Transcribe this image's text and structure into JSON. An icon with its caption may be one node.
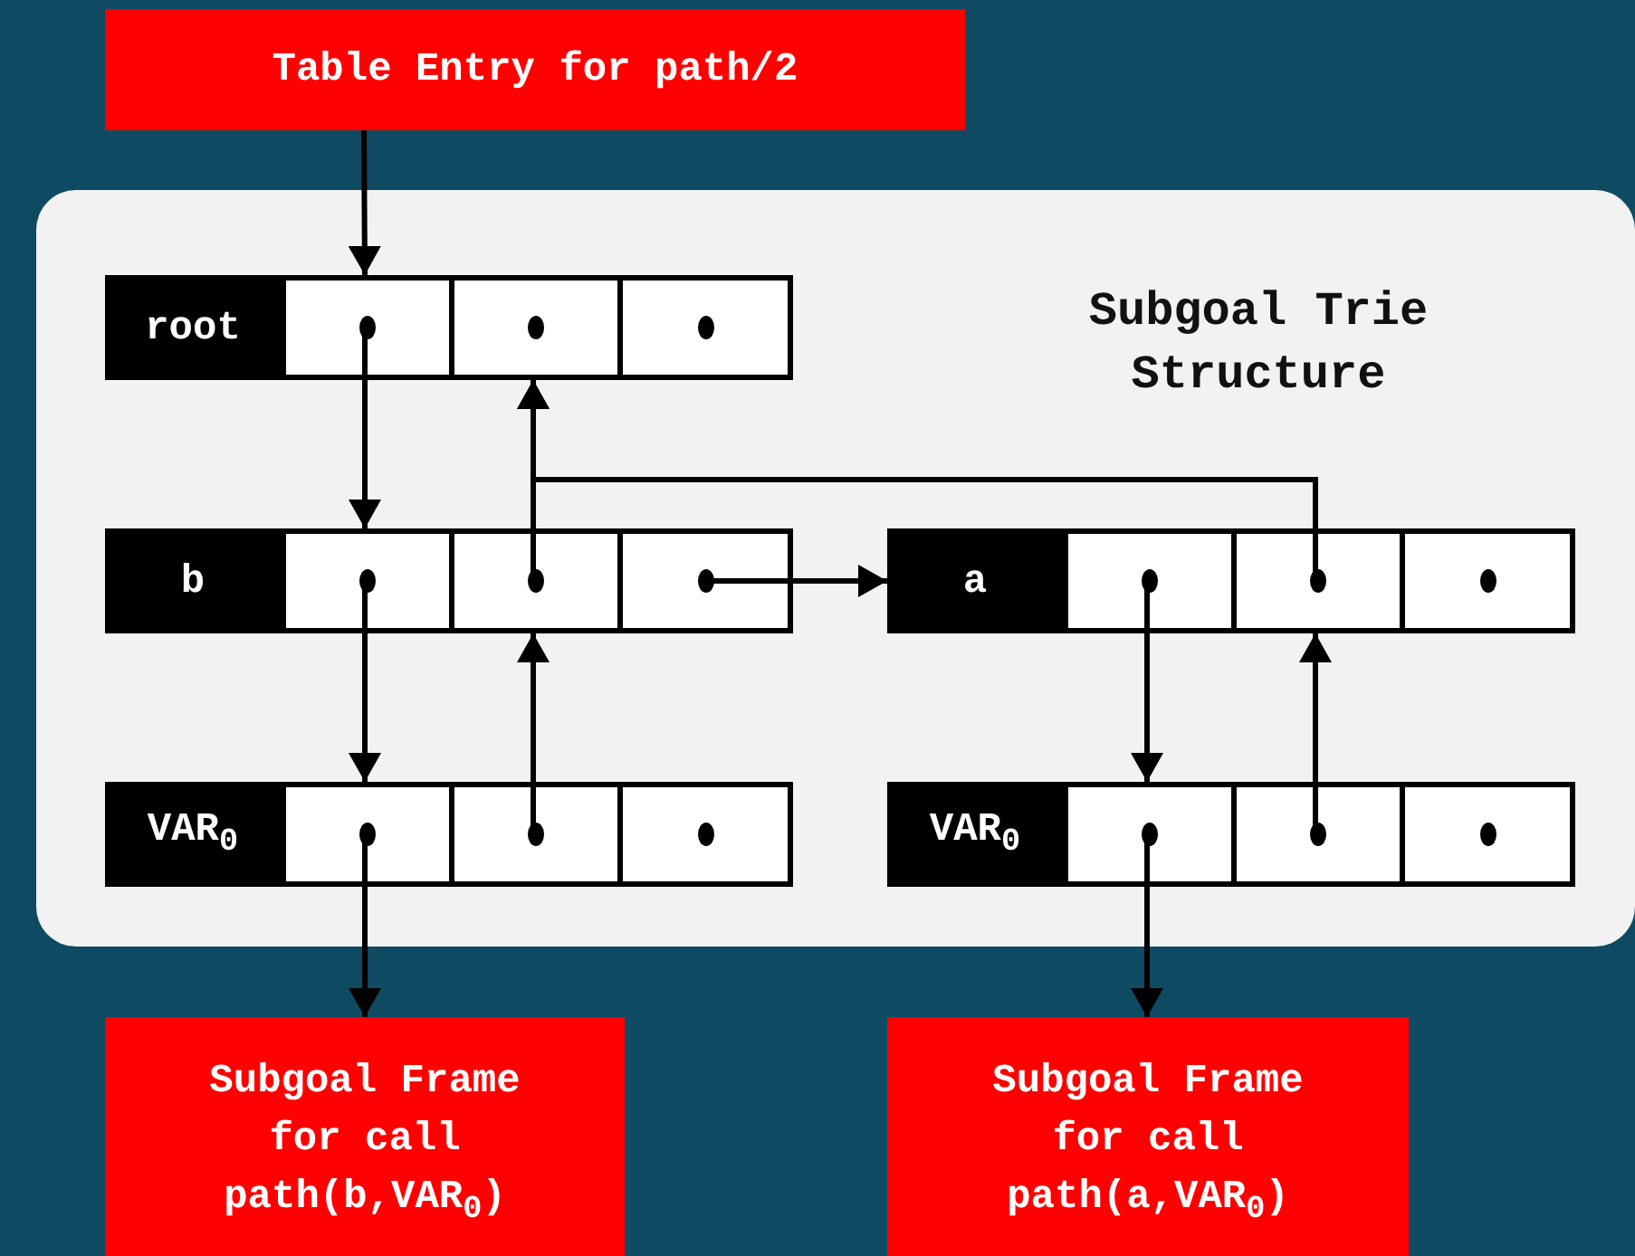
{
  "diagram": {
    "nodes": [
      {
        "text": [
          "Table Entry for path/2"
        ]
      },
      {
        "text": [
          "Subgoal Trie Structure"
        ]
      },
      {
        "text": [
          "root"
        ],
        "in": 1
      },
      {
        "text": [],
        "shape": "box",
        "in": 1
      },
      {
        "text": [],
        "shape": "box",
        "in": 1
      },
      {
        "text": [],
        "shape": "box",
        "in": 1
      },
      {
        "text": [
          "b"
        ],
        "in": 1
      },
      {
        "text": [],
        "shape": "box",
        "in": 1
      },
      {
        "text": [],
        "shape": "box",
        "in": 1
      },
      {
        "text": [],
        "shape": "box",
        "in": 1
      },
      {
        "text": [
          "a"
        ],
        "in": 1
      },
      {
        "text": [],
        "shape": "box",
        "in": 1
      },
      {
        "text": [],
        "shape": "box",
        "in": 1
      },
      {
        "text": [],
        "shape": "box",
        "in": 1
      },
      {
        "text": [
          "VAR$_{0}$"
        ],
        "in": 1
      },
      {
        "text": [],
        "shape": "box",
        "in": 1
      },
      {
        "text": [],
        "shape": "box",
        "in": 1
      },
      {
        "text": [],
        "shape": "box",
        "in": 1
      },
      {
        "text": [
          "VAR$_{0}$"
        ],
        "in": 1
      },
      {
        "text": [],
        "shape": "box",
        "in": 1
      },
      {
        "text": [],
        "shape": "box",
        "in": 1
      },
      {
        "text": [],
        "shape": "box",
        "in": 1
      },
      {
        "text": [
          "Subgoal Frame for call path(b,VAR$_{0}$)"
        ]
      },
      {
        "text": [
          "Subgoal Frame for call path(a,VAR$_{0}$)"
        ]
      }
    ],
    "edges": [
      {
        "from": 0,
        "to": 3,
        "arrow": "to"
      },
      {
        "from": 3,
        "to": 7,
        "arrow": "to"
      },
      {
        "from": 8,
        "to": 4,
        "arrow": "to"
      },
      {
        "from": 12,
        "to": 4,
        "arrow": "to"
      },
      {
        "from": 9,
        "to": 10,
        "arrow": "to"
      },
      {
        "from": 7,
        "to": 15,
        "arrow": "to"
      },
      {
        "from": 16,
        "to": 8,
        "arrow": "to"
      },
      {
        "from": 15,
        "to": 22,
        "arrow": "to"
      },
      {
        "from": 11,
        "to": 19,
        "arrow": "to"
      },
      {
        "from": 20,
        "to": 12,
        "arrow": "to"
      },
      {
        "from": 19,
        "to": 23,
        "arrow": "to"
      }
    ]
  }
}
